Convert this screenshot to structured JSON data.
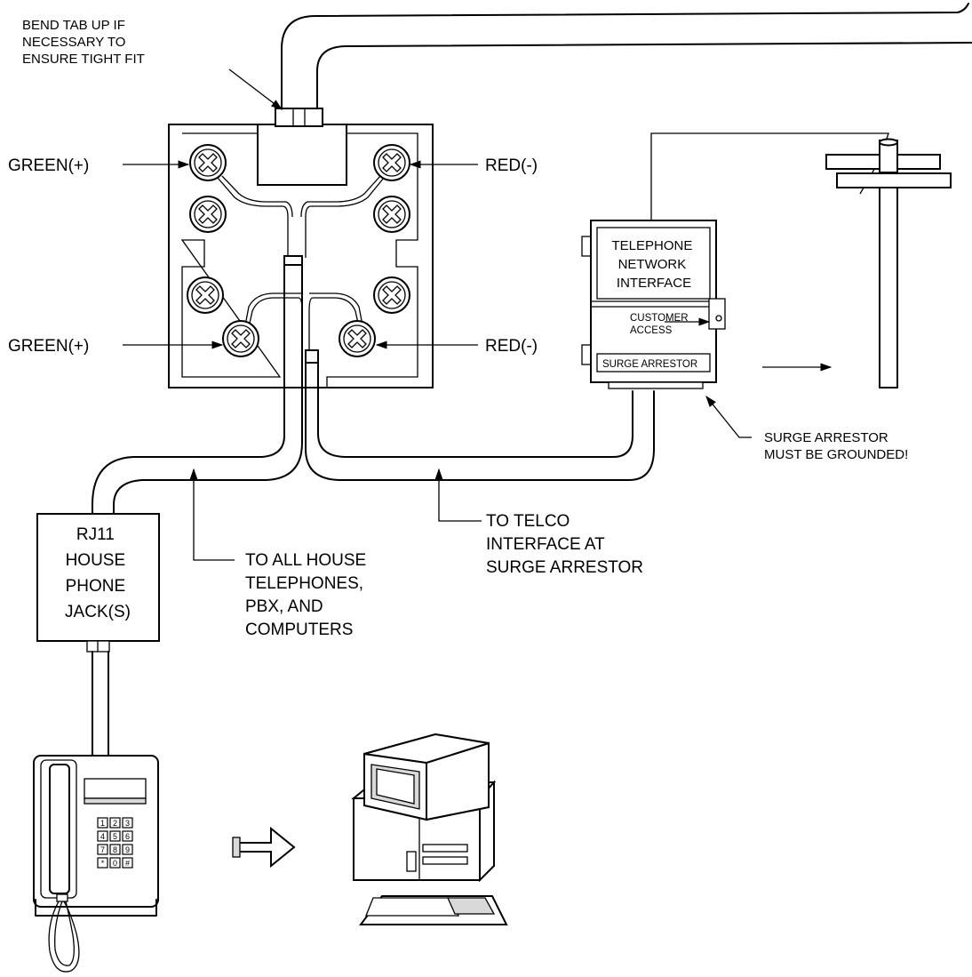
{
  "labels": {
    "bend_tab": [
      "BEND TAB UP IF",
      "NECESSARY TO",
      "ENSURE TIGHT FIT"
    ],
    "green_top": "GREEN(+)",
    "green_bottom": "GREEN(+)",
    "red_top": "RED(-)",
    "red_bottom": "RED(-)",
    "nid": [
      "TELEPHONE",
      "NETWORK",
      "INTERFACE"
    ],
    "customer_access": [
      "CUSTOMER",
      "ACCESS"
    ],
    "surge_arrestor_box": "SURGE ARRESTOR",
    "surge_grounded": [
      "SURGE ARRESTOR",
      "MUST BE GROUNDED!"
    ],
    "to_telco": [
      "TO TELCO",
      "INTERFACE AT",
      "SURGE ARRESTOR"
    ],
    "to_house": [
      "TO ALL HOUSE",
      "TELEPHONES,",
      "PBX, AND",
      "COMPUTERS"
    ],
    "rj11": [
      "RJ11",
      "HOUSE",
      "PHONE",
      "JACK(S)"
    ]
  },
  "keypad": [
    "1",
    "2",
    "3",
    "4",
    "5",
    "6",
    "7",
    "8",
    "9",
    "*",
    "0",
    "#"
  ]
}
